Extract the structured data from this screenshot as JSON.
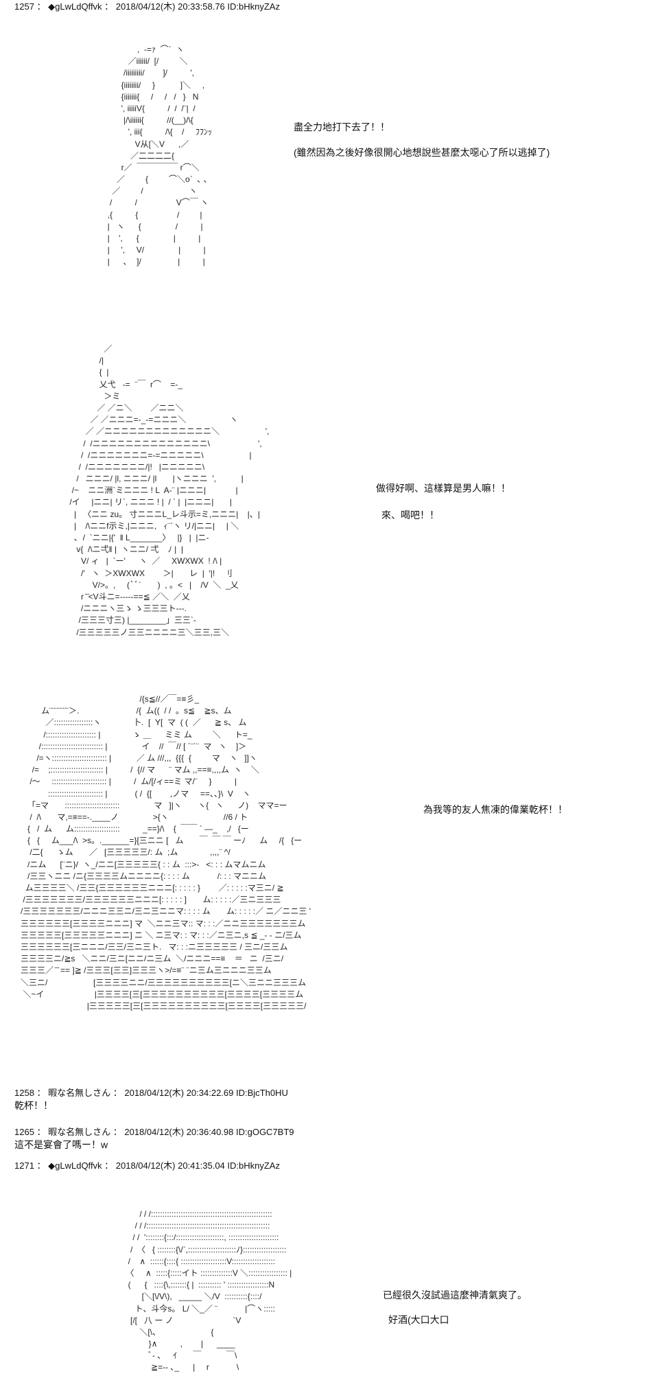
{
  "posts": [
    {
      "header": "1257 ： ◆gLwLdQffvk ： 2018/04/12(木) 20:33:58.76 ID:bHknyZAz",
      "aa_blocks": [
        {
          "lines": [
            "               ,  -=ｧ  ⌒`  ヽ",
            "           ／iiiiii/  [/         ＼",
            "         /iiiiiiiii/        ]/          ',",
            "        {iiiiiiii/     }           ]＼     ,",
            "        {iiiiiii{     /     /   /   }   N",
            "        ', iiiiiV{          /  /  /¨|  /",
            "         |/\\iiiiii{          //(__)/\\{",
            "           ', iii{          /\\{    /     ﾌﾌﾝｯ",
            "              V从[＼V      ,／",
            "            ／二二二二{",
            "        r／  ￣￣￣￣￣ r⌒＼",
            "      ／         {         ⌒＼o`  ､ ､",
            "    ／         /                    ヽ",
            "   /          /                 V⌒￣ ヽ",
            "  ,{          {                 /         |",
            "  |   ヽ      {               /          |",
            "  |    ',      {               |          |",
            "  |     ',     V/               |          |",
            "  |      ､    ]/                |          |"
          ]
        }
      ],
      "lines": [
        "盡全力地打下去了！！",
        "(雖然因為之後好像很開心地想說些甚麼太噁心了所以逃掉了)"
      ]
    },
    {
      "aa_lines": [
        "                   ／",
        "                 /|",
        "                 {  |",
        "                 乂弋   -=  ¨￣  r⌒    =-_",
        "                   ＞ミ",
        "                ／ ／ニ＼        ／ニニ＼",
        "             ／ ／ニニニ=-_-=ニニニ＼                   ヽ",
        "           ／ ／ニニニニニニニニニニニニニ＼                    ',",
        "          /  /ニニニニニニニニニニニニニニ\\                     ',",
        "         /  /ニニニニニニニ=-=ニニニニニ\\                    |",
        "        /  /ニニニニニニニ/|!   |ニニニニニ\\",
        "       /   ニニニ/ |l, ニニニ/ |l       |ヽニニニ  ',           |",
        "     /~    ニニ洲`ミニニニ ! L  A‐¨ |ニニニ|             |",
        "    /イ     |ニニ| リ`, ニニニ ! |  / ` |  |ニニニ|       |",
        "      |   〈ニニ zu。 寸ニニニL_レ斗示=ミ,ニニニ|    |、|",
        "      |    /\\ニニf示ミ,|ニニニ,   ｨ¨`ヽ リ/|ニニ|     | ＼",
        "      ､  /  `ニニ|{'  ‖ L_______〉   |}   |  |ニ-",
        "       v{  /\\ニ弌‖ |  ヽニニ/ 弌    ﾉ |  |",
        "         V/ ィ   |  `ー'      ヽ  ／     XWXWX  ! /\\ |",
        "         /'   ヽ  ＞XWXWX        ＞|       レ  |  ′|!    刂",
        "              V/>。,     (`ﾞ´       )  , 。<   |    /V  ＼  _乂",
        "         r ̄ ̄<V斗ニ=-----==≦ ／＼  ／乂",
        "         /ニニニヽ三ゝ ゝ三三三ト---.",
        "        /三三三寸三) |________」三三`-",
        "       /三三三三三ノ三三ニニニニ三＼三三,三＼"
      ],
      "lines": [
        "做得好啊、這樣算是男人嘛！！",
        "來、喝吧！！"
      ]
    },
    {
      "aa_lines": [
        "                                                       /{s≦//／￣=≡彡_",
        "            ム¨¨¨¨¨¨¨＞.                         /{  ム((  / /  。s≦    ≧s、ム",
        "              ／:::::::::::::::::ヽ              卜.  [  Y[  マ  ( (  ／      ≧ s、 ム",
        "             /:::::::::::::::::::::: |              ゝ ＿      ミミ ム         ＼      ト=_",
        "           /::::::::::::::::::::::::::: |               イ    //  ￣// [ ´¨´¨  マ   ヽ    ]＞",
        "          /=ヽ:::::::::::::::::::::::: |           ／ ム ///,,,  {{{  {         マ    ヽ   ]]ヽ",
        "        /=    ;::::::::::::::::::::::: |          /  {// マ      ¨ マム ,,==≡,,,,ム  ヽ    ＼",
        "       /～     :::::::::::::::::::::::: |          /  ム/[/ィ==ミ マ/¨     }          |",
        "               :::::::::::::::::::::::: |            ( /  {[        ,ノマ     ==、、}\\  V    ヽ",
        "      「=マ       ::::::::::::::::::::::::               マ   ]|ヽ       ヽ{   ヽ      ノ)    ママ=ー",
        "       /  /\\       マ,=≡==-.____ノ               >{ヽ                        //6 / ト",
        "      {   /  ム      ム::::::::::::::::::::          _==}/\\    {  ￣￣ ` ―_    ,/   {ー",
        "      {   {     ム___/\\  >s。.______=}[三ニニ [   ム       ￣  ￣ ￣ ーﾉ      ム     /{   {ー",
        "       /二{      ゝム       ／   [三三三三三/: ム  ;ム              ,,,,¨ ^/",
        "      /ニム      [¨ニ}/  ヽ_/ニニ[三三三三三{ : : ム  :::>-   <: : : ムマムニム",
        "      /三三ヽニニ /ニ{三三三三ムニニニニ{: : : : ム            /: : : マニニム",
        "     ム三三三三＼ /三三{三三三三三三ニニニ[: : : : : }        ／: : : : :マ三ニ/ ≧",
        "    /三三三三三三三/三三三三三三ニニニ[: : : : : ]       ム: : : : :／三ニ三三三",
        "   /三三三三三三三/ニニニ三三ニ/三ニ三ニニマ: : : : ム       ム: : : : :／ ニ／ニニ三 '",
        "   三三三三三三[三三三三ニニニ] マ  ＼ニニ三マ:: マ: : :／ニニ三三三三三三三ム",
        "   三三三三三[三三三三三ニニニ] ニ ＼ ニ三マ: : マ: : :／ニ三ニ,s ≦ _- - ニ/三ム",
        "   三三三三三三[三ニニニ/三三/三ニ三ト.   マ: : :ニ三三三三三 / 三ニ/三三ム",
        "   三三三三ニ/≧s   ＼ニニ/三ニ[ニニ/ニ三ム  ＼/ニニニ==≡    ＝   ニ  /三ニ/",
        "   三三三／ ̄ ̄ == ]≧ /三三三[三三]三三三ヽ>/=≡¨ ¨ニ三ム三ニニニ三三ム",
        "   ＼三ニ/                    [三三三三ニニ/三三三三三三三三三三[ニ＼三ニニ三三三ム",
        "    ＼~イ                      |三三三三[三[三三三三三三三三三三[三三三三[三三三三ム",
        "                                |三三三三三[三[三三三三三三三三三三[三三三三[三三三三三/"
      ],
      "lines": [
        "為我等的友人焦凍的偉業乾杯！！"
      ]
    },
    {
      "header": "1258 ： 暇な名無しさん ： 2018/04/12(木) 20:34:22.69 ID:BjcTh0HU",
      "body": "乾杯！！"
    },
    {
      "header": "1265 ： 暇な名無しさん ： 2018/04/12(木) 20:36:40.98 ID:gOGC7BT9",
      "body": "這不是宴會了嗎ー！w"
    },
    {
      "header": "1271 ： ◆gLwLdQffvk ： 2018/04/12(木) 20:41:35.04 ID:bHknyZAz",
      "aa_lines": [
        "                / / /:::::::::::::::::::::::::::::::::::::::::::::::::::::",
        "              / / /::::::::::::::::::::::::::::::::::::::::::::::::::::::",
        "             / /  '::::::::{:::/:::::::::::::::::::::, ::::::::::::::::::::::",
        "            /  〈   { ::::::::{\\/`,:::::::::::::::::::::ﾉ}:::::::::::::::::::",
        "           /    ∧  ::::::{::::{ ::::::::::::::::::::V:::::::::::::::::::",
        "          〈     ∧  :::::{:::::イト ::::::::::::::V ＼::::::::::::::::: |",
        "           (      {   ::::{\\,:::::::{ |  :::::::::: ' ::::::::::::::::::N",
        "                 [＼[\\/V\\),   _____ ＼/V  ::::::::::{::::/",
        "              ト、斗今s。 L/ ＼_／ ¨            |⌒ヽ:::::",
        "            [/[   八 ー ノ                          `V",
        "                ＼[\\、                      {",
        "                    }∧          ,        |      ____",
        "                    ﾞ‐ ､     ｲ       ￣           ￣\\",
        "                     ≧=-‐ ､_      |     r            \\"
      ],
      "lines": [
        "已經很久沒試過這麼神清氣爽了。",
        "好酒(大口大口"
      ]
    }
  ]
}
